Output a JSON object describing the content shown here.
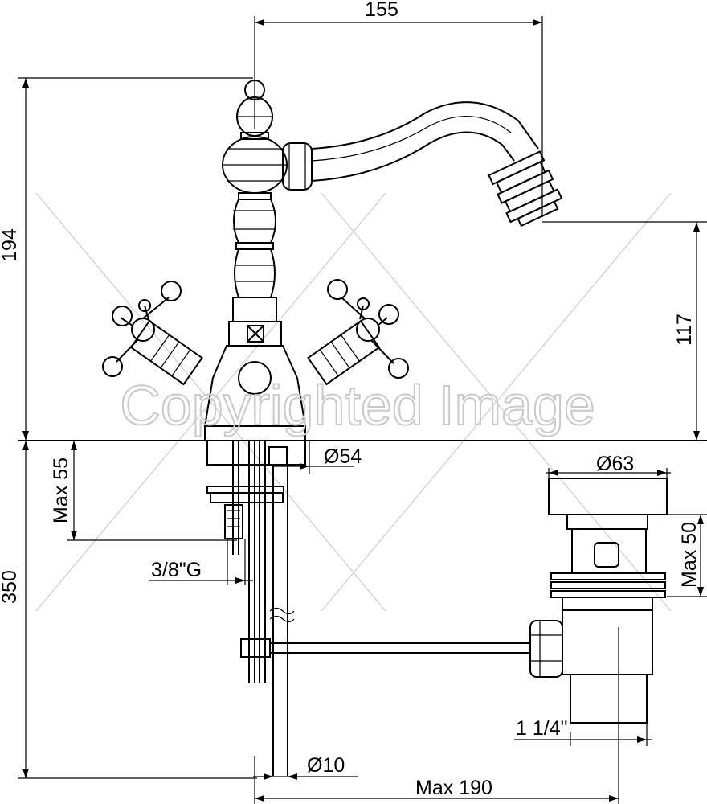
{
  "drawing": {
    "dimensions": {
      "spout_reach": "155",
      "overall_height": "194",
      "spout_height": "117",
      "base_diameter": "Ø54",
      "max_deck_thickness": "Max 55",
      "connection_thread": "3/8\"G",
      "hose_length": "350",
      "waste_diameter": "Ø63",
      "waste_max_height": "Max 50",
      "waste_thread": "1 1/4\"",
      "rod_diameter": "Ø10",
      "rod_max_length": "Max 190"
    },
    "watermark": "Copyrighted Image"
  }
}
